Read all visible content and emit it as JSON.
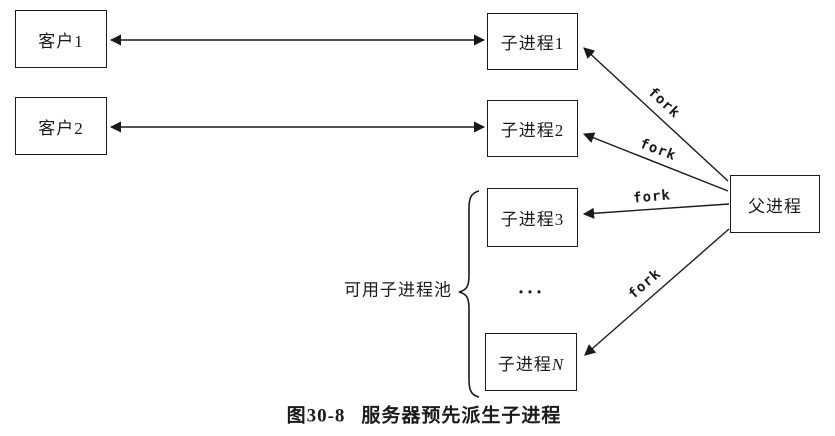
{
  "diagram": {
    "boxes": {
      "client1": {
        "label": "客户1"
      },
      "client2": {
        "label": "客户2"
      },
      "child1": {
        "label": "子进程1"
      },
      "child2": {
        "label": "子进程2"
      },
      "child3": {
        "label": "子进程3"
      },
      "childN": {
        "prefix": "子进程",
        "n": "N"
      },
      "parent": {
        "label": "父进程"
      }
    },
    "fork_labels": [
      "fork",
      "fork",
      "fork",
      "fork"
    ],
    "pool_label": "可用子进程池",
    "ellipsis": "...",
    "colors": {
      "line": "#1a1a1a",
      "background": "#ffffff"
    }
  },
  "caption": {
    "figure_number": "图30-8",
    "title": "服务器预先派生子进程"
  }
}
